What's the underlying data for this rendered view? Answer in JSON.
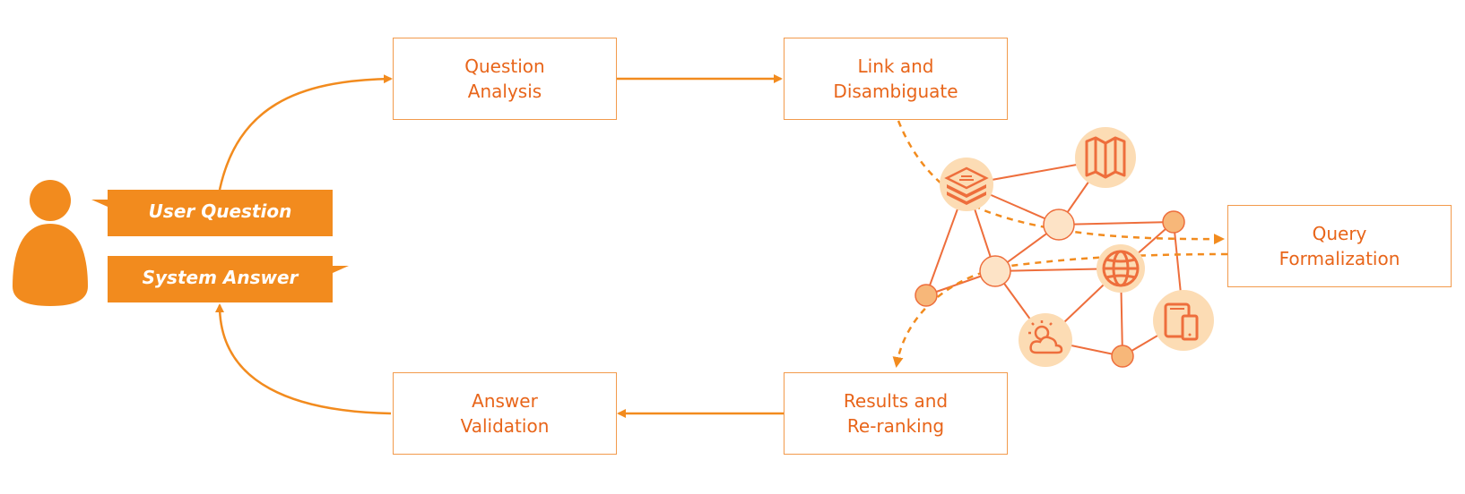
{
  "colors": {
    "accent": "#f28b1e",
    "text": "#e8651a",
    "border": "#f29a4c",
    "node_fill": "#fcdcb4",
    "node_fill_dark": "#f7b779",
    "edge": "#ee6e3c"
  },
  "user_bubbles": {
    "question": "User Question",
    "answer": "System Answer"
  },
  "steps": {
    "question_analysis": {
      "line1": "Question",
      "line2": "Analysis"
    },
    "link_disambiguate": {
      "line1": "Link and",
      "line2": "Disambiguate"
    },
    "query_formalization": {
      "line1": "Query",
      "line2": "Formalization"
    },
    "results_reranking": {
      "line1": "Results and",
      "line2": "Re-ranking"
    },
    "answer_validation": {
      "line1": "Answer",
      "line2": "Validation"
    }
  },
  "icons": {
    "user": "user-icon",
    "layers": "layers-icon",
    "map": "map-icon",
    "globe": "globe-icon",
    "weather": "weather-icon",
    "devices": "devices-icon"
  }
}
